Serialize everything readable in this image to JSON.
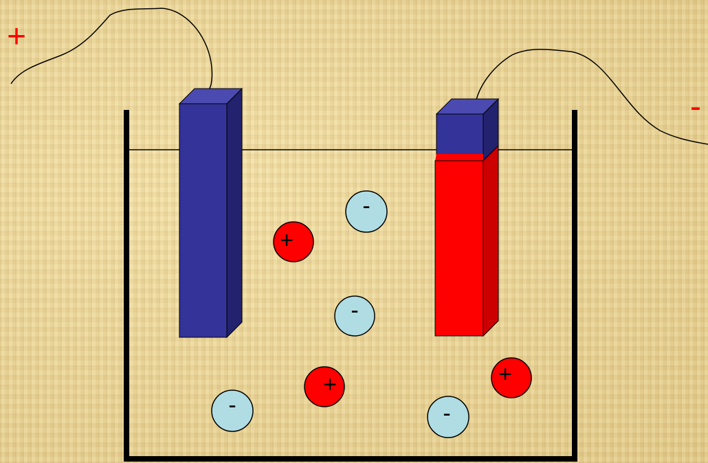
{
  "terminals": {
    "positive": "+",
    "negative": "-"
  },
  "ions": [
    {
      "type": "anion",
      "label": "-"
    },
    {
      "type": "cation",
      "label": "+"
    },
    {
      "type": "anion",
      "label": "-"
    },
    {
      "type": "cation",
      "label": "+"
    },
    {
      "type": "cation",
      "label": "+"
    },
    {
      "type": "anion",
      "label": "-"
    },
    {
      "type": "anion",
      "label": "-"
    }
  ],
  "colors": {
    "anode_electrode": "#333399",
    "cathode_deposit": "#ff0000",
    "cation": "#ff0000",
    "anion": "#b0dde4",
    "terminal_sign": "#ff0000",
    "beaker": "#000000"
  }
}
